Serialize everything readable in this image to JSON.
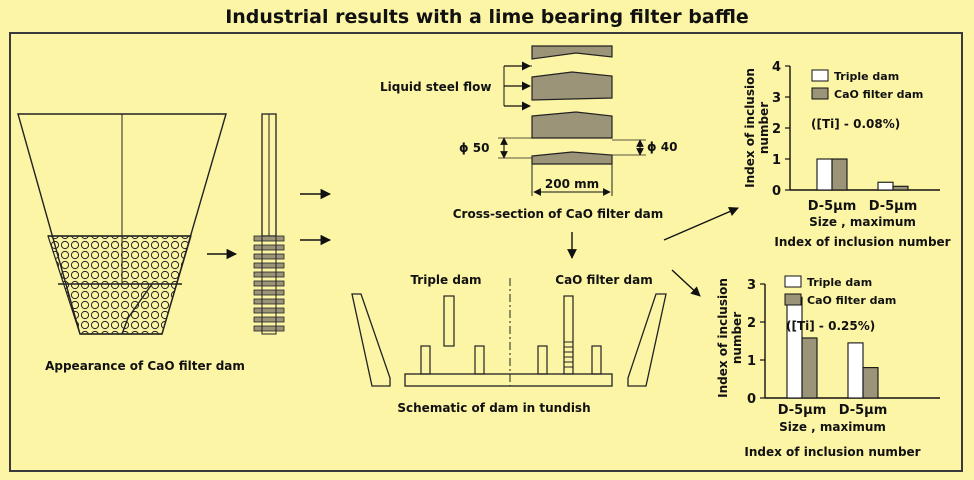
{
  "title": "Industrial results with a lime bearing filter baffle",
  "labels": {
    "appearance": "Appearance of CaO filter dam",
    "liquid_steel_flow": "Liquid steel flow",
    "phi50": "ϕ 50",
    "phi40": "ϕ 40",
    "dim_200": "200 mm",
    "cross_section": "Cross-section of CaO filter dam",
    "triple_dam": "Triple dam",
    "cao_filter_dam": "CaO filter dam",
    "schematic": "Schematic of dam in tundish"
  },
  "colors": {
    "background": "#fcf5a6",
    "filter_fill": "#9b9478",
    "outline": "#222222"
  },
  "chart_data": [
    {
      "type": "bar",
      "annotation": "([Ti] - 0.08%)",
      "ylabel": "Index of inclusion number",
      "xlabel": "Size , maximum",
      "caption": "Index of inclusion number",
      "categories": [
        "D-5μm",
        "D-5μm"
      ],
      "ylim": [
        0,
        4
      ],
      "yticks": [
        "0",
        "1",
        "2",
        "3",
        "4"
      ],
      "series": [
        {
          "name": "Triple dam",
          "color": "#ffffff",
          "values": [
            1.0,
            0.25
          ]
        },
        {
          "name": "CaO filter dam",
          "color": "#9b9478",
          "values": [
            1.0,
            0.12
          ]
        }
      ]
    },
    {
      "type": "bar",
      "annotation": "([Ti] - 0.25%)",
      "ylabel": "Index of inclusion number",
      "xlabel": "Size , maximum",
      "caption": "Index of inclusion number",
      "categories": [
        "D-5μm",
        "D-5μm"
      ],
      "ylim": [
        0,
        3
      ],
      "yticks": [
        "0",
        "1",
        "2",
        "3"
      ],
      "series": [
        {
          "name": "Triple dam",
          "color": "#ffffff",
          "values": [
            2.65,
            1.45
          ]
        },
        {
          "name": "CaO filter dam",
          "color": "#9b9478",
          "values": [
            1.58,
            0.8
          ]
        }
      ]
    }
  ]
}
